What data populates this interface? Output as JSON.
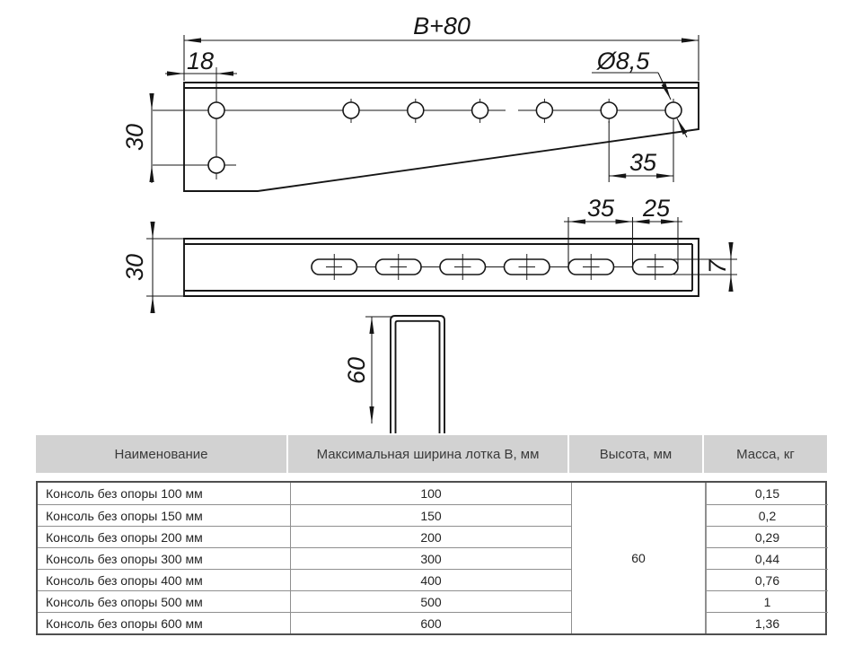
{
  "drawing": {
    "dims": {
      "total_width": "В+80",
      "edge_offset": "18",
      "hole_diameter": "Ø8,5",
      "hole_spacing": "35",
      "plate_hole_gap": "30",
      "bar_width": "30",
      "slot_pitch": "35",
      "slot_length": "25",
      "slot_width": "7",
      "channel_height": "60"
    }
  },
  "table": {
    "headers": [
      "Наименование",
      "Максимальная ширина лотка В, мм",
      "Высота, мм",
      "Масса, кг"
    ],
    "height_value": "60",
    "rows": [
      {
        "name": "Консоль без опоры 100 мм",
        "width": "100",
        "mass": "0,15"
      },
      {
        "name": "Консоль без опоры 150 мм",
        "width": "150",
        "mass": "0,2"
      },
      {
        "name": "Консоль без опоры 200 мм",
        "width": "200",
        "mass": "0,29"
      },
      {
        "name": "Консоль без опоры 300 мм",
        "width": "300",
        "mass": "0,44"
      },
      {
        "name": "Консоль без опоры 400 мм",
        "width": "400",
        "mass": "0,76"
      },
      {
        "name": "Консоль без опоры 500 мм",
        "width": "500",
        "mass": "1"
      },
      {
        "name": "Консоль без опоры 600 мм",
        "width": "600",
        "mass": "1,36"
      }
    ]
  },
  "colors": {
    "line": "#161616",
    "header_bg": "#d2d2d2",
    "border_outer": "#4f4f4f",
    "border_inner": "#8f8f8f"
  }
}
